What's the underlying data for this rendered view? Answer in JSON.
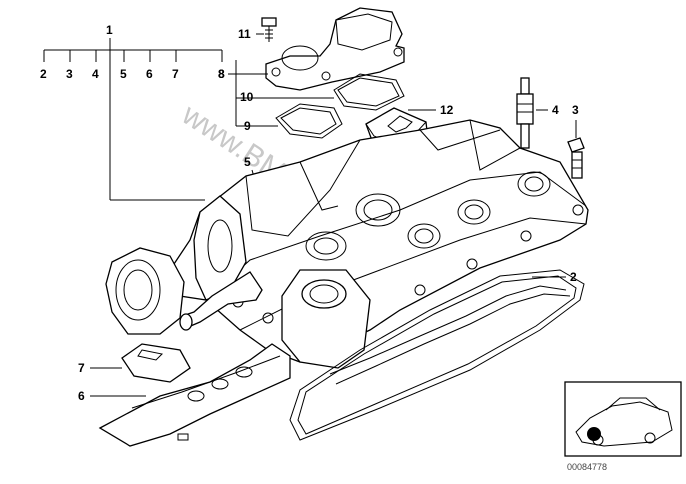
{
  "callouts": {
    "c1": "1",
    "c2": "2",
    "c3": "3",
    "c4": "4",
    "c5": "5",
    "c6": "6",
    "c7": "7",
    "c8": "8",
    "c9": "9",
    "c10": "10",
    "c11": "11",
    "c12": "12"
  },
  "bracket_row": [
    "2",
    "3",
    "4",
    "5",
    "6",
    "7",
    "8"
  ],
  "right_labels": {
    "r4": "4",
    "r3": "3",
    "r2": "2"
  },
  "left_labels": {
    "l7": "7",
    "l6": "6"
  },
  "watermark": "www.BMWfans.ru",
  "reference_number": "00084778"
}
